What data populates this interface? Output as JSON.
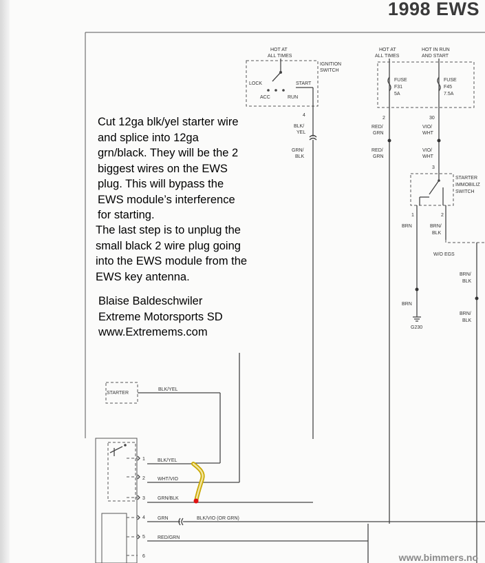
{
  "page": {
    "title": "1998 EWS",
    "watermark": "www.bimmers.no"
  },
  "notes": {
    "instructions_1": "Cut 12ga blk/yel starter wire\nand splice into 12ga\ngrn/black. They will be the 2\nbiggest wires on the EWS\nplug. This will bypass the\nEWS module’s interference\nfor starting.",
    "instructions_2": "The last step is to unplug the\nsmall black 2 wire plug going\ninto the EWS module from the\nEWS key antenna.",
    "author": "Blaise Baldeschwiler\nExtreme Motorsports SD\nwww.Extremems.com"
  },
  "diagram": {
    "ignition_power": "HOT AT",
    "ignition_power_2": "ALL TIMES",
    "ignition_switch": "IGNITION",
    "ignition_switch_2": "SWITCH",
    "lock": "LOCK",
    "start": "START",
    "acc": "ACC",
    "run": "RUN",
    "pin4": "4",
    "blk_yel_1": "BLK/",
    "blk_yel_2": "YEL",
    "grn_blk_1": "GRN/",
    "grn_blk_2": "BLK",
    "hot_at_1": "HOT AT",
    "hot_at_2": "ALL TIMES",
    "hot_run_1": "HOT IN RUN",
    "hot_run_2": "AND START",
    "fuse_f31_1": "FUSE",
    "fuse_f31_2": "F31",
    "fuse_f31_3": "5A",
    "fuse_f45_1": "FUSE",
    "fuse_f45_2": "F45",
    "fuse_f45_3": "7.5A",
    "pin2": "2",
    "pin30": "30",
    "red_grn_a1": "RED/",
    "red_grn_a2": "GRN",
    "red_grn_b1": "RED/",
    "red_grn_b2": "GRN",
    "vio_wht_a1": "VIO/",
    "vio_wht_a2": "WHT",
    "vio_wht_b1": "VIO/",
    "vio_wht_b2": "WHT",
    "pin3": "3",
    "starter_immob_1": "STARTER",
    "starter_immob_2": "IMMOBILIZ",
    "starter_immob_3": "SWITCH",
    "pin1_s": "1",
    "pin2_s": "2",
    "brn_a": "BRN",
    "brn_blk_a1": "BRN/",
    "brn_blk_a2": "BLK",
    "w_o_egs": "W/O EGS",
    "brn_b": "BRN",
    "ground": "G230",
    "brn_blk_b1": "BRN/",
    "brn_blk_b2": "BLK",
    "brn_blk_c1": "BRN/",
    "brn_blk_c2": "BLK",
    "starter": "STARTER",
    "starter_wire": "BLK/YEL",
    "conn_1": "1",
    "conn_2": "2",
    "conn_3": "3",
    "conn_4": "4",
    "conn_5": "5",
    "conn_6": "6",
    "w1": "BLK/YEL",
    "w2": "WHT/VIO",
    "w3": "GRN/BLK",
    "w4": "GRN",
    "w4b": "BLK/VIO (OR GRN)",
    "w5": "RED/GRN"
  }
}
